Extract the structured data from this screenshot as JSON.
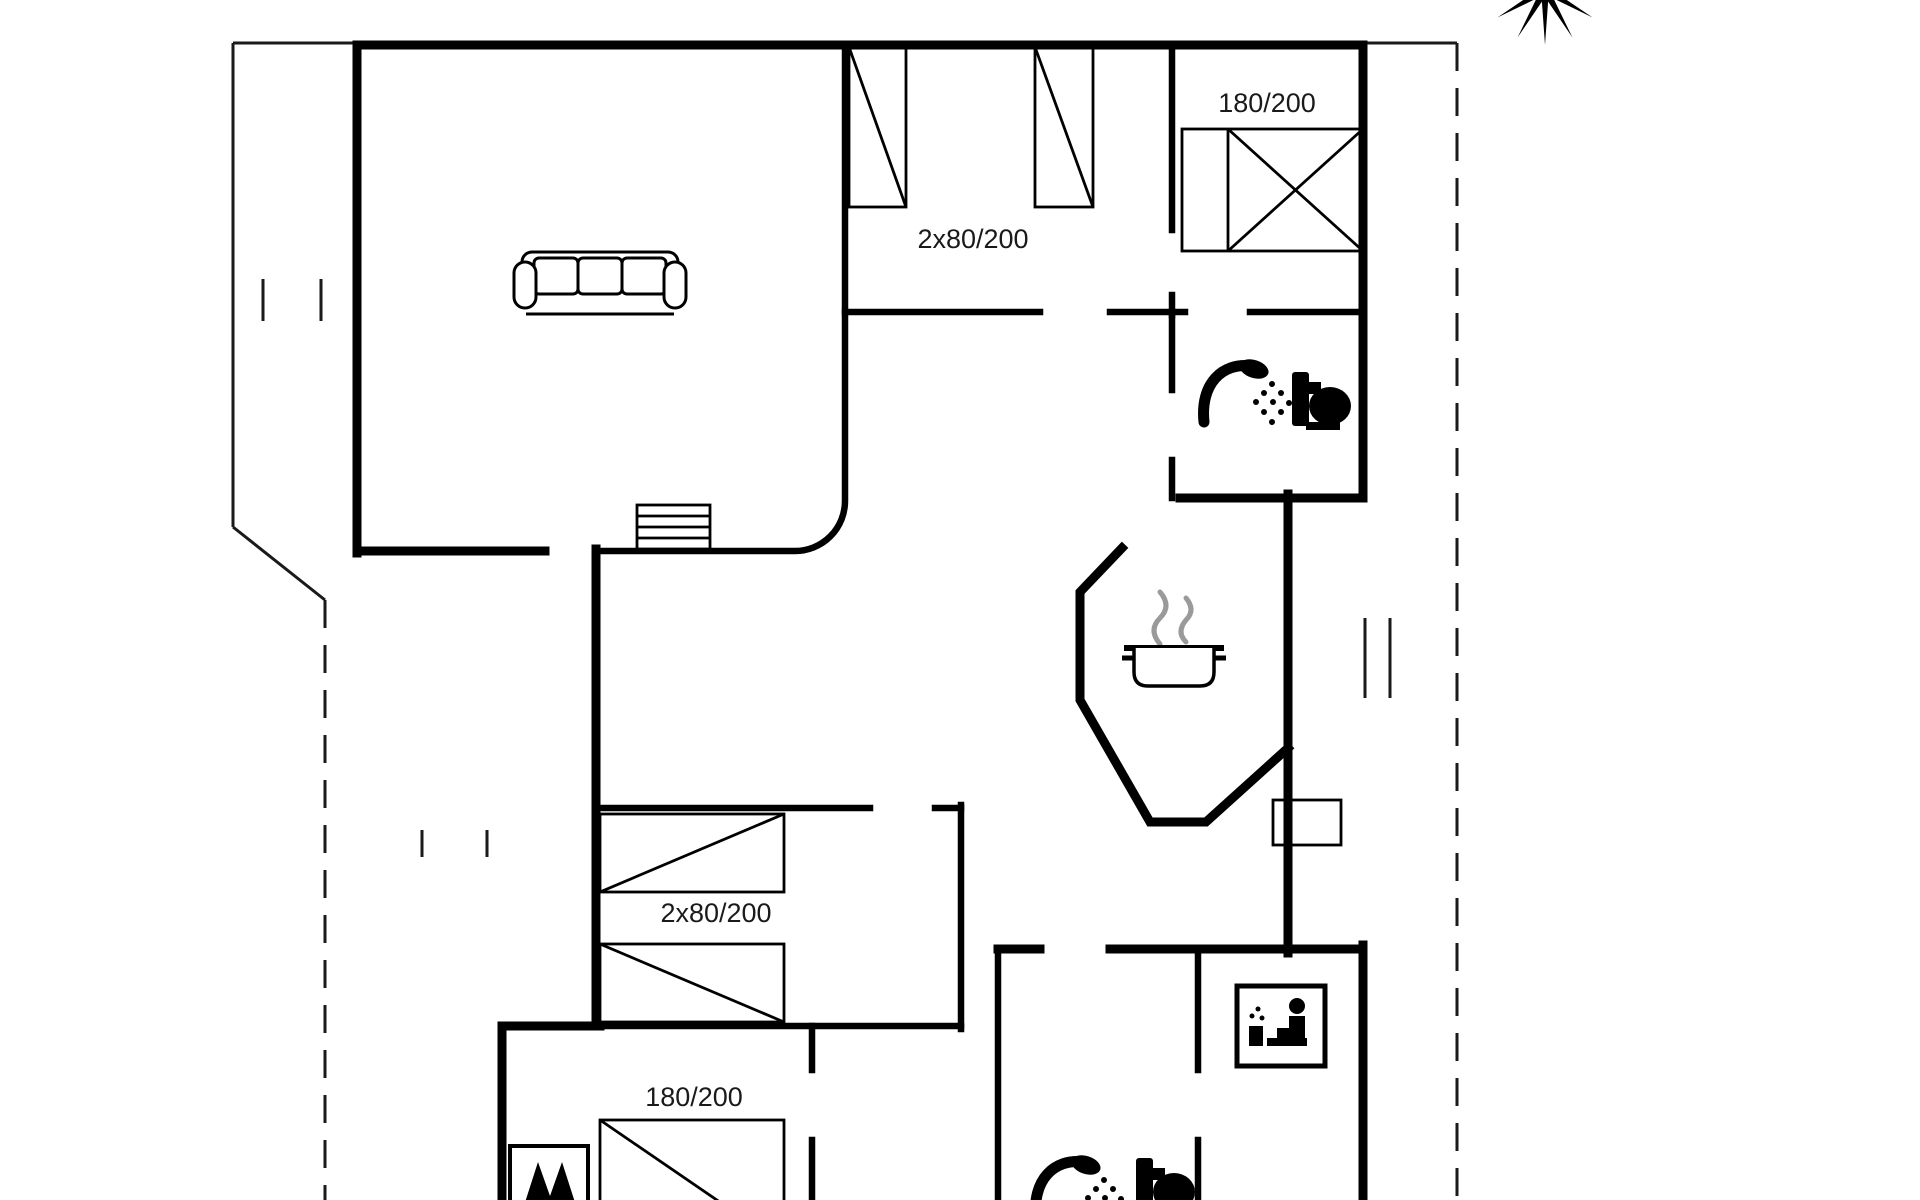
{
  "document": {
    "type": "floor-plan",
    "background": "#ffffff",
    "wall_color": "#000000",
    "text_color": "#1a1a1a",
    "steam_color": "#9a9a9a"
  },
  "labels": {
    "bed_top_middle": "2x80/200",
    "bed_top_right": "180/200",
    "bed_middle_left": "2x80/200",
    "bed_bottom_left": "180/200"
  },
  "icons": {
    "sofa": "sofa-icon",
    "entry_steps": "steps-icon",
    "shower_top": "shower-icon",
    "toilet_top": "toilet-icon",
    "cooking_pot": "cooking-pot-icon",
    "niche": "chimney-niche",
    "sauna": "sauna-icon",
    "wood_stove": "wood-stove-icon",
    "shower_bottom": "shower-icon",
    "toilet_bottom": "toilet-icon",
    "compass": "compass-rose-icon"
  }
}
